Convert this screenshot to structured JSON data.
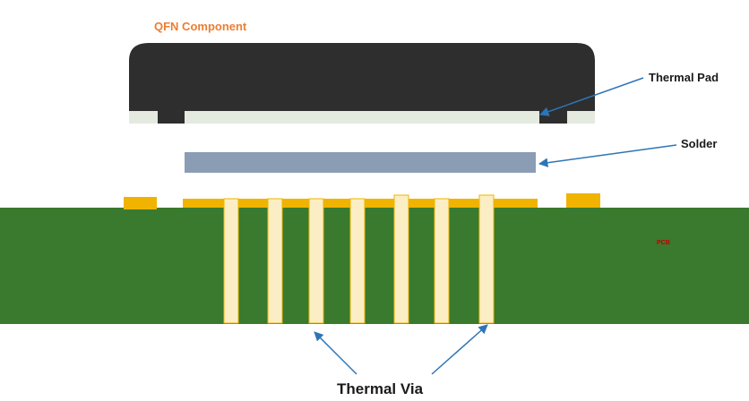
{
  "labels": {
    "component": "QFN Component",
    "thermal_pad": "Thermal Pad",
    "solder": "Solder",
    "pcb": "PCB",
    "thermal_via": "Thermal Via"
  },
  "colors": {
    "component_body": "#2e2e2e",
    "pad": "#e4eadf",
    "solder": "#8a9db5",
    "pcb": "#3a7a2e",
    "copper": "#f0b400",
    "via": "#fbeec4",
    "component_label": "#ed7d31",
    "pcb_label": "#c00000",
    "arrow": "#2e75b6",
    "text": "#1a1a1a"
  },
  "vias": {
    "count": 7
  }
}
